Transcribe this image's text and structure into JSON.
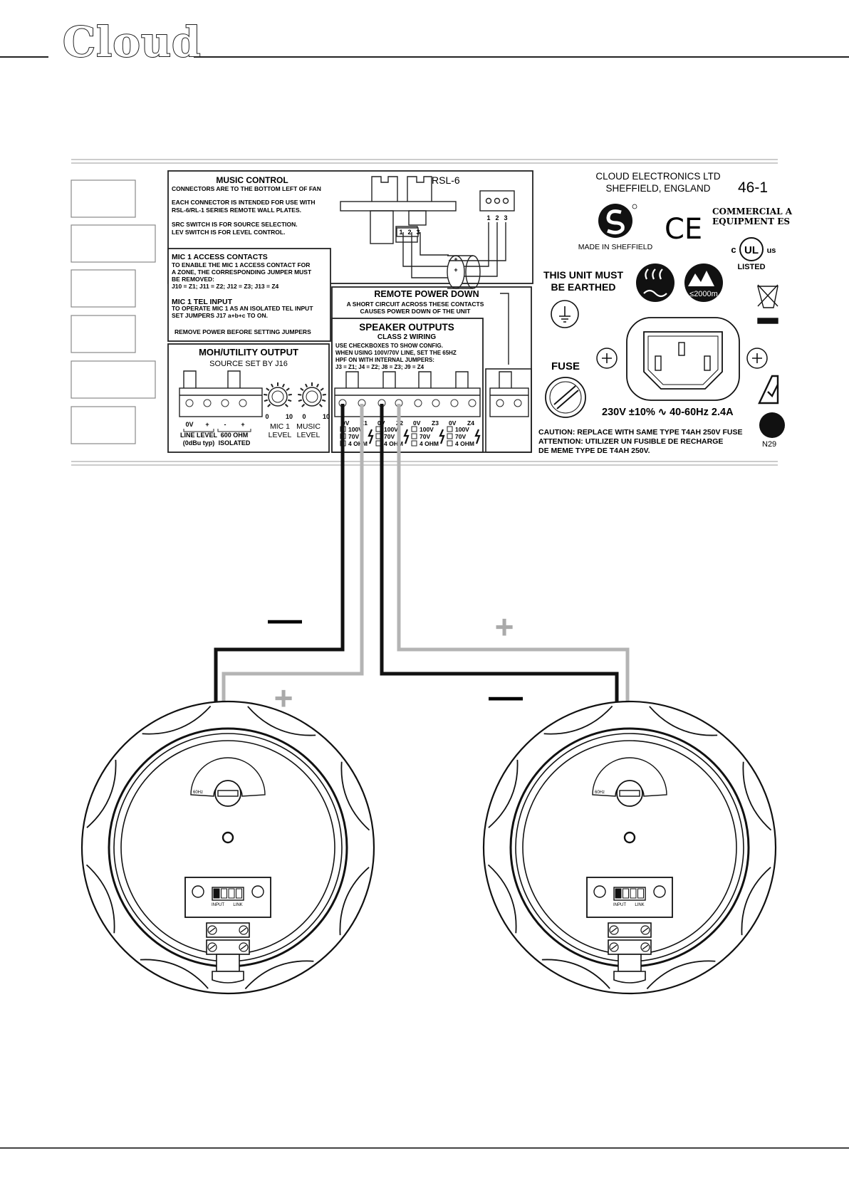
{
  "brand": {
    "logo_text": "Cloud"
  },
  "panel": {
    "music_control": {
      "title": "MUSIC CONTROL",
      "lines": [
        "CONNECTORS ARE TO THE BOTTOM LEFT OF FAN",
        "",
        "EACH CONNECTOR IS INTENDED FOR USE WITH",
        "RSL-6/RL-1 SERIES REMOTE WALL PLATES.",
        "",
        "SRC SWITCH IS FOR SOURCE SELECTION.",
        "LEV SWITCH IS FOR LEVEL CONTROL."
      ],
      "device_label": "RSL-6",
      "plate_pins": [
        "1",
        "2",
        "3"
      ],
      "terminal_pins": [
        "1",
        "2",
        "3"
      ],
      "plus_marks": [
        "+",
        "+"
      ]
    },
    "mic_access": {
      "title": "MIC 1 ACCESS CONTACTS",
      "lines": [
        "TO ENABLE THE MIC 1 ACCESS CONTACT FOR",
        "A ZONE, THE CORRESPONDING JUMPER MUST",
        "BE REMOVED:",
        "J10 = Z1; J11 = Z2; J12 = Z3; J13 = Z4"
      ],
      "tel_title": "MIC 1 TEL INPUT",
      "tel_lines": [
        "TO OPERATE MIC 1 AS AN ISOLATED TEL INPUT",
        "SET JUMPERS J17 a+b+c TO ON."
      ],
      "warning": "REMOVE POWER BEFORE SETTING JUMPERS"
    },
    "moh": {
      "title": "MOH/UTILITY OUTPUT",
      "subtitle": "SOURCE SET BY J16",
      "pin_labels": [
        "0V",
        "+",
        "-",
        "+"
      ],
      "group1": [
        "LINE LEVEL",
        "(0dBu typ)"
      ],
      "group2": [
        "600 OHM",
        "ISOLATED"
      ],
      "knob1_scale": [
        "0",
        "10"
      ],
      "knob2_scale": [
        "0",
        "10"
      ],
      "knob1_label": [
        "MIC 1",
        "LEVEL"
      ],
      "knob2_label": [
        "MUSIC",
        "LEVEL"
      ]
    },
    "remote_power": {
      "title": "REMOTE POWER DOWN",
      "lines": [
        "A SHORT CIRCUIT ACROSS THESE CONTACTS",
        "CAUSES POWER DOWN OF THE UNIT"
      ]
    },
    "speaker_outputs": {
      "title": "SPEAKER OUTPUTS",
      "subtitle": "CLASS 2 WIRING",
      "lines": [
        "USE CHECKBOXES TO SHOW CONFIG.",
        "WHEN USING 100V/70V LINE, SET THE 65HZ",
        "HPF ON WITH INTERNAL JUMPERS:",
        "J3 = Z1; J4 = Z2; J8 = Z3; J9 = Z4"
      ],
      "zones": [
        {
          "pin0": "0V",
          "zone": "Z1"
        },
        {
          "pin0": "0V",
          "zone": "Z2"
        },
        {
          "pin0": "0V",
          "zone": "Z3"
        },
        {
          "pin0": "0V",
          "zone": "Z4"
        }
      ],
      "options": [
        "100V",
        "70V",
        "4 OHM"
      ]
    },
    "manufacturer": {
      "lines": [
        "CLOUD ELECTRONICS LTD",
        "SHEFFIELD,  ENGLAND"
      ],
      "model": "46-1",
      "made_in": "MADE IN SHEFFIELD",
      "commercial": [
        "COMMERCIAL  A",
        "EQUIPMENT ES"
      ],
      "ul_listed": "LISTED",
      "ul_letters": [
        "c",
        "UL",
        "us"
      ],
      "ce_mark": "CE",
      "earthed": [
        "THIS UNIT MUST",
        "BE EARTHED"
      ],
      "altitude": "≤2000m",
      "fuse_label": "FUSE",
      "power_rating": "230V ±10%  ∿  40-60Hz 2.4A",
      "caution": [
        "CAUTION: REPLACE WITH SAME TYPE T4AH 250V FUSE",
        "ATTENTION: UTILIZER UN FUSIBLE DE RECHARGE",
        "DE MEME TYPE DE T4AH 250V."
      ],
      "n_code": "N29"
    }
  },
  "wiring": {
    "minus_symbol": "—",
    "plus_symbol": "+",
    "black_color": "#111111",
    "grey_color": "#b4b4b4"
  },
  "speakers": [
    {
      "dial_label": "60Hz",
      "terminal_labels": [
        "INPUT",
        "LINK"
      ]
    },
    {
      "dial_label": "60Hz",
      "terminal_labels": [
        "INPUT",
        "LINK"
      ]
    }
  ]
}
